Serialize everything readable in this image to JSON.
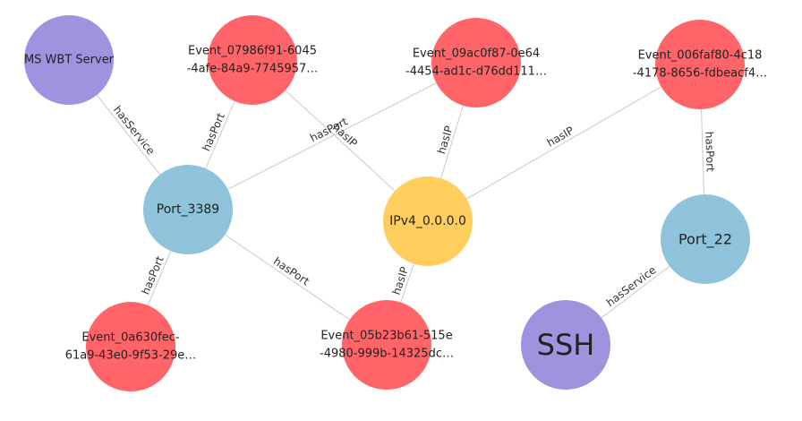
{
  "colors": {
    "event": "#FF6568",
    "port": "#8FC3DB",
    "service": "#9D93DF",
    "ip": "#FFCE5C",
    "edge": "#C9C9C9"
  },
  "nodes": [
    {
      "id": "ms_wbt",
      "type": "service",
      "lines": [
        "MS WBT Server"
      ]
    },
    {
      "id": "ev_07986",
      "type": "event",
      "lines": [
        "Event_07986f91-6045",
        "-4afe-84a9-7745957…"
      ]
    },
    {
      "id": "ev_09ac",
      "type": "event",
      "lines": [
        "Event_09ac0f87-0e64",
        "-4454-ad1c-d76dd111…"
      ]
    },
    {
      "id": "ev_006f",
      "type": "event",
      "lines": [
        "Event_006faf80-4c18",
        "-4178-8656-fdbeacf4…"
      ]
    },
    {
      "id": "port_3389",
      "type": "port",
      "lines": [
        "Port_3389"
      ]
    },
    {
      "id": "ipv4",
      "type": "ip",
      "lines": [
        "IPv4_0.0.0.0"
      ]
    },
    {
      "id": "port_22",
      "type": "port",
      "lines": [
        "Port_22"
      ]
    },
    {
      "id": "ev_0a63",
      "type": "event",
      "lines": [
        "Event_0a630fec-",
        "61a9-43e0-9f53-29e…"
      ]
    },
    {
      "id": "ev_05b2",
      "type": "event",
      "lines": [
        "Event_05b23b61-515e",
        "-4980-999b-14325dc…"
      ]
    },
    {
      "id": "ssh",
      "type": "service",
      "lines": [
        "SSH"
      ]
    }
  ],
  "edges": [
    {
      "source": "port_3389",
      "target": "ms_wbt",
      "label": "hasService"
    },
    {
      "source": "ev_07986",
      "target": "port_3389",
      "label": "hasPort"
    },
    {
      "source": "ev_09ac",
      "target": "port_3389",
      "label": "hasPort"
    },
    {
      "source": "ev_07986",
      "target": "ipv4",
      "label": "hasIP"
    },
    {
      "source": "ev_09ac",
      "target": "ipv4",
      "label": "hasIP"
    },
    {
      "source": "ev_006f",
      "target": "ipv4",
      "label": "hasIP"
    },
    {
      "source": "ev_006f",
      "target": "port_22",
      "label": "hasPort"
    },
    {
      "source": "ev_0a63",
      "target": "port_3389",
      "label": "hasPort"
    },
    {
      "source": "ev_05b2",
      "target": "port_3389",
      "label": "hasPort"
    },
    {
      "source": "ev_05b2",
      "target": "ipv4",
      "label": "hasIP"
    },
    {
      "source": "port_22",
      "target": "ssh",
      "label": "hasService"
    }
  ]
}
